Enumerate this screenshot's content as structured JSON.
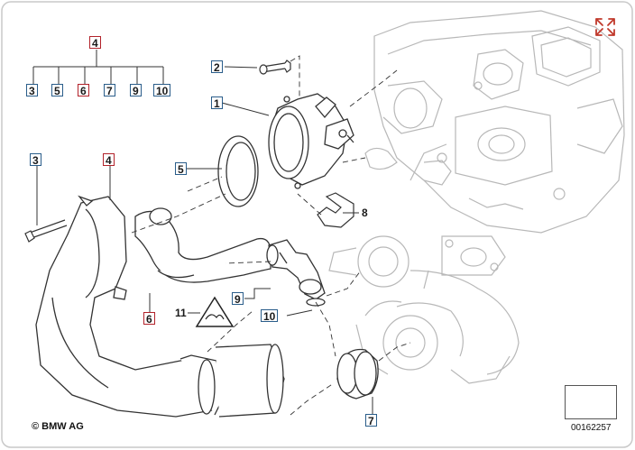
{
  "diagram": {
    "callouts": [
      {
        "id": "c4a",
        "text": "4"
      },
      {
        "id": "c3a",
        "text": "3"
      },
      {
        "id": "c5a",
        "text": "5"
      },
      {
        "id": "c6a",
        "text": "6"
      },
      {
        "id": "c7a",
        "text": "7"
      },
      {
        "id": "c9a",
        "text": "9"
      },
      {
        "id": "c10a",
        "text": "10"
      },
      {
        "id": "c2",
        "text": "2"
      },
      {
        "id": "c1",
        "text": "1"
      },
      {
        "id": "c5b",
        "text": "5"
      },
      {
        "id": "c3b",
        "text": "3"
      },
      {
        "id": "c4b",
        "text": "4"
      },
      {
        "id": "c8",
        "text": "8"
      },
      {
        "id": "c9b",
        "text": "9"
      },
      {
        "id": "c10b",
        "text": "10"
      },
      {
        "id": "c11",
        "text": "11"
      },
      {
        "id": "c6b",
        "text": "6"
      },
      {
        "id": "c7b",
        "text": "7"
      }
    ],
    "copyright": "© BMW AG",
    "doc_number": "00162257"
  },
  "colors": {
    "label_border_blue": "#2a5d8a",
    "label_border_red": "#b2222a",
    "expand_icon": "#c0392b",
    "line_art": "#333333",
    "faded_art": "#b8b8b8"
  },
  "icons": {
    "expand": "expand-arrows-icon",
    "next_page": "next-page-arrow-icon",
    "warning": "warning-triangle-icon"
  }
}
